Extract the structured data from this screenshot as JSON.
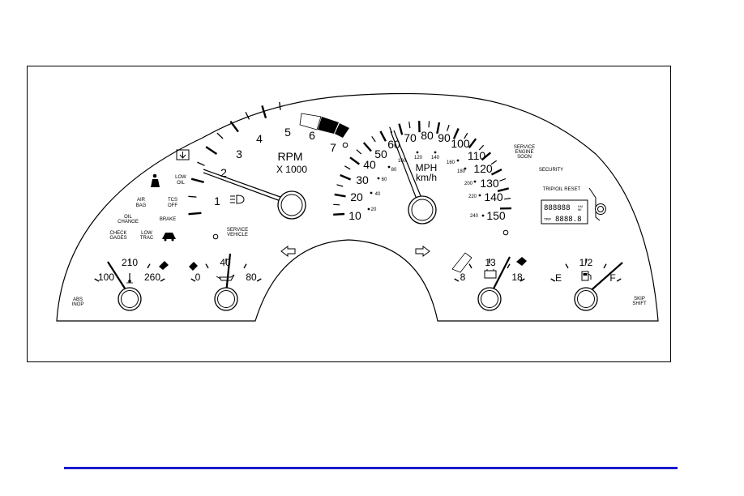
{
  "colors": {
    "frame": "#000000",
    "rule": "#1a1acc",
    "ink": "#000000"
  },
  "tachometer": {
    "label": "RPM",
    "multiplier": "X 1000",
    "numbers": [
      "1",
      "2",
      "3",
      "4",
      "5",
      "6",
      "7"
    ],
    "needle_value": 1.8
  },
  "speedometer": {
    "label_mph": "MPH",
    "label_kmh": "km/h",
    "mph_numbers": [
      "10",
      "20",
      "30",
      "40",
      "50",
      "60",
      "70",
      "80",
      "90",
      "100",
      "110",
      "120",
      "130",
      "140",
      "150"
    ],
    "kmh_numbers": [
      "20",
      "40",
      "60",
      "80",
      "100",
      "120",
      "140",
      "160",
      "180",
      "200",
      "220",
      "240"
    ],
    "needle_value": 60
  },
  "temp_gauge": {
    "low": "100",
    "mid": "210",
    "high": "260"
  },
  "oil_gauge": {
    "low": "0",
    "mid": "40",
    "high": "80"
  },
  "volt_gauge": {
    "low": "8",
    "mid": "13",
    "high": "18"
  },
  "fuel_gauge": {
    "empty": "E",
    "half": "1/2",
    "full": "F"
  },
  "lamps": {
    "low_oil": "LOW\nOIL",
    "air_bag": "AIR\nBAG",
    "tcs_off": "TCS\nOFF",
    "oil_change": "OIL\nCHANGE",
    "brake": "BRAKE",
    "check_gages": "CHECK\nGAGES",
    "low_trac": "LOW\nTRAC",
    "service_vehicle": "SERVICE\nVEHICLE",
    "service_engine_soon": "SERVICE\nENGINE\nSOON",
    "security": "SECURITY",
    "trip_oil_reset": "TRIP/OIL RESET",
    "abs_inop": "ABS\nINOP",
    "skip_shift": "SKIP\nSHIFT"
  },
  "odometer": {
    "odo_digits": "888888",
    "odo_unit": "KM\nMI",
    "trip_label": "TRP",
    "trip_digits": "8888.8"
  }
}
